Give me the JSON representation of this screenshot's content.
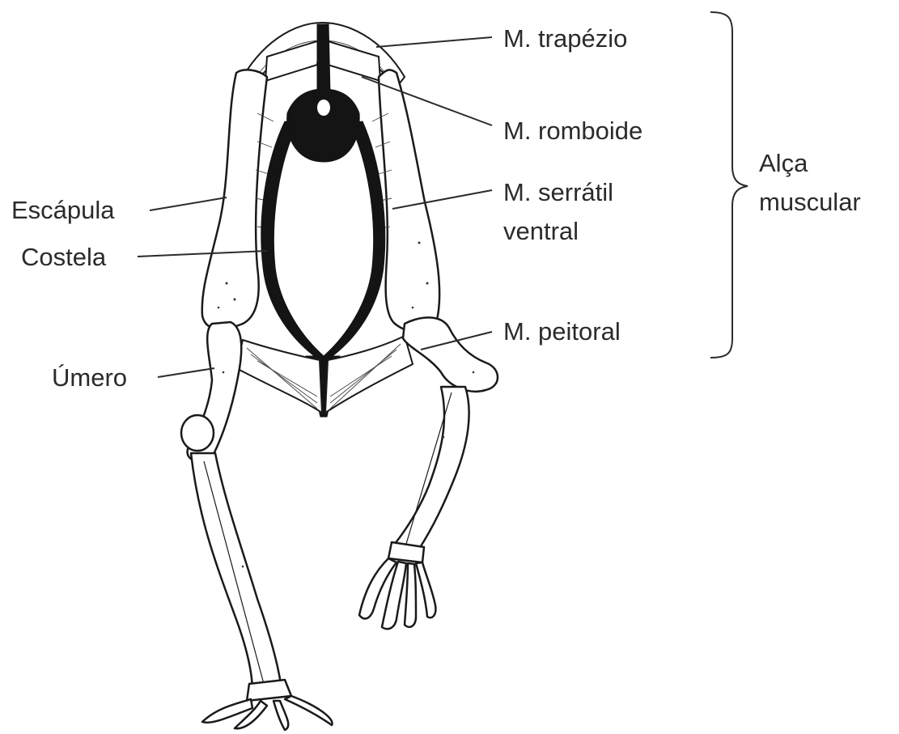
{
  "labels": {
    "trapezio": "M. trapézio",
    "romboide": "M. romboide",
    "serratil_line1": "M. serrátil",
    "serratil_line2": "ventral",
    "peitoral": "M. peitoral",
    "escapula": "Escápula",
    "costela": "Costela",
    "umero": "Úmero",
    "alca_line1": "Alça",
    "alca_line2": "muscular"
  }
}
